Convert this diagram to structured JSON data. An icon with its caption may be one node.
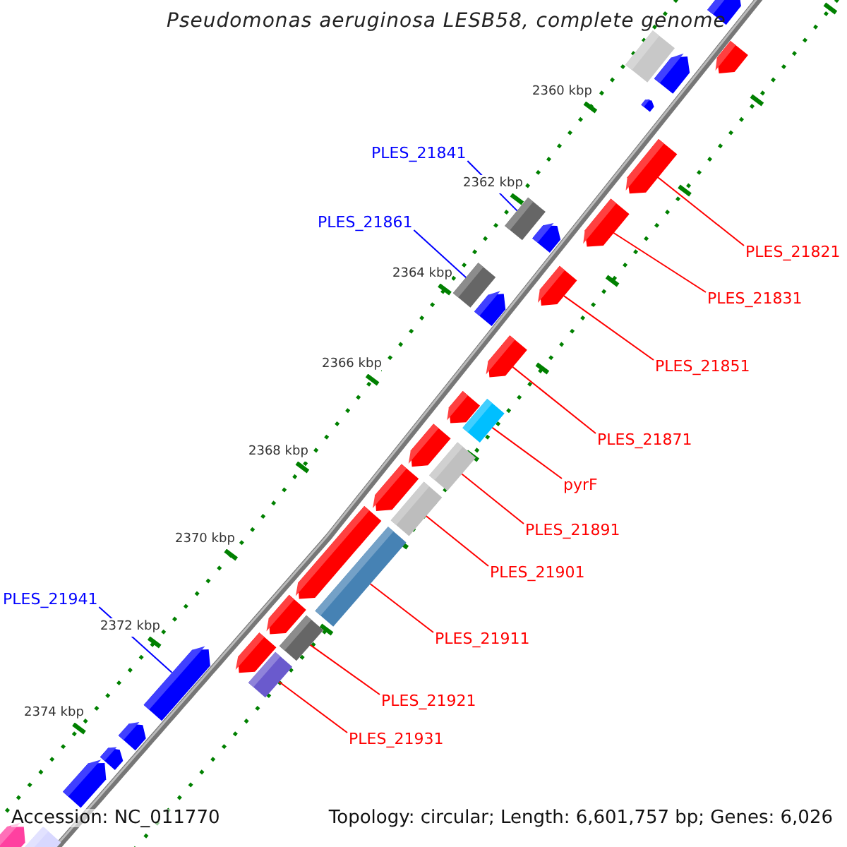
{
  "diagram": {
    "title": "Pseudomonas aeruginosa LESB58, complete genome",
    "nodes": [
      {
        "text": [
          "PLES_21841"
        ]
      },
      {
        "text": [],
        "shape": "bar"
      },
      {
        "text": [
          "PLES_21861"
        ]
      },
      {
        "text": [],
        "shape": "bar"
      },
      {
        "text": [
          "PLES_21821"
        ]
      },
      {
        "text": [],
        "shape": "arrow"
      },
      {
        "text": [
          "PLES_21831"
        ]
      },
      {
        "text": [],
        "shape": "arrow"
      },
      {
        "text": [
          "PLES_21851"
        ]
      },
      {
        "text": [],
        "shape": "arrow"
      },
      {
        "text": [
          "PLES_21871"
        ]
      },
      {
        "text": [],
        "shape": "arrow"
      },
      {
        "text": [
          "pyrF"
        ]
      },
      {
        "text": [],
        "shape": "bar"
      },
      {
        "text": [
          "PLES_21891"
        ]
      },
      {
        "text": [],
        "shape": "bar"
      },
      {
        "text": [
          "PLES_21901"
        ]
      },
      {
        "text": [],
        "shape": "bar"
      },
      {
        "text": [
          "PLES_21941"
        ]
      },
      {
        "text": [],
        "shape": "arrow"
      },
      {
        "text": [
          "PLES_21911"
        ]
      },
      {
        "text": [],
        "shape": "bar"
      },
      {
        "text": [
          "PLES_21921"
        ]
      },
      {
        "text": [],
        "shape": "bar"
      },
      {
        "text": [
          "PLES_21931"
        ]
      },
      {
        "text": [],
        "shape": "bar"
      }
    ],
    "edges": [
      {
        "from": 0,
        "to": 1,
        "arrow": "none",
        "color": "#0000ff"
      },
      {
        "from": 2,
        "to": 3,
        "arrow": "none",
        "color": "#0000ff"
      },
      {
        "from": 4,
        "to": 5,
        "arrow": "none"
      },
      {
        "from": 6,
        "to": 7,
        "arrow": "none"
      },
      {
        "from": 8,
        "to": 9,
        "arrow": "none"
      },
      {
        "from": 10,
        "to": 11,
        "arrow": "none"
      },
      {
        "from": 12,
        "to": 13,
        "arrow": "none"
      },
      {
        "from": 14,
        "to": 15,
        "arrow": "none"
      },
      {
        "from": 16,
        "to": 17,
        "arrow": "none"
      },
      {
        "from": 18,
        "to": 19,
        "arrow": "none",
        "color": "#0000ff"
      },
      {
        "from": 20,
        "to": 21,
        "arrow": "none"
      },
      {
        "from": 22,
        "to": 23,
        "arrow": "none"
      },
      {
        "from": 24,
        "to": 25,
        "arrow": "none"
      }
    ],
    "labels": [
      "2360 kbp",
      "2362 kbp",
      "2364 kbp",
      "2366 kbp",
      "2368 kbp",
      "2370 kbp",
      "2372 kbp",
      "2374 kbp",
      "Accession: NC_011770",
      "Topology: circular; Length: 6,601,757 bp; Genes: 6,026"
    ]
  }
}
